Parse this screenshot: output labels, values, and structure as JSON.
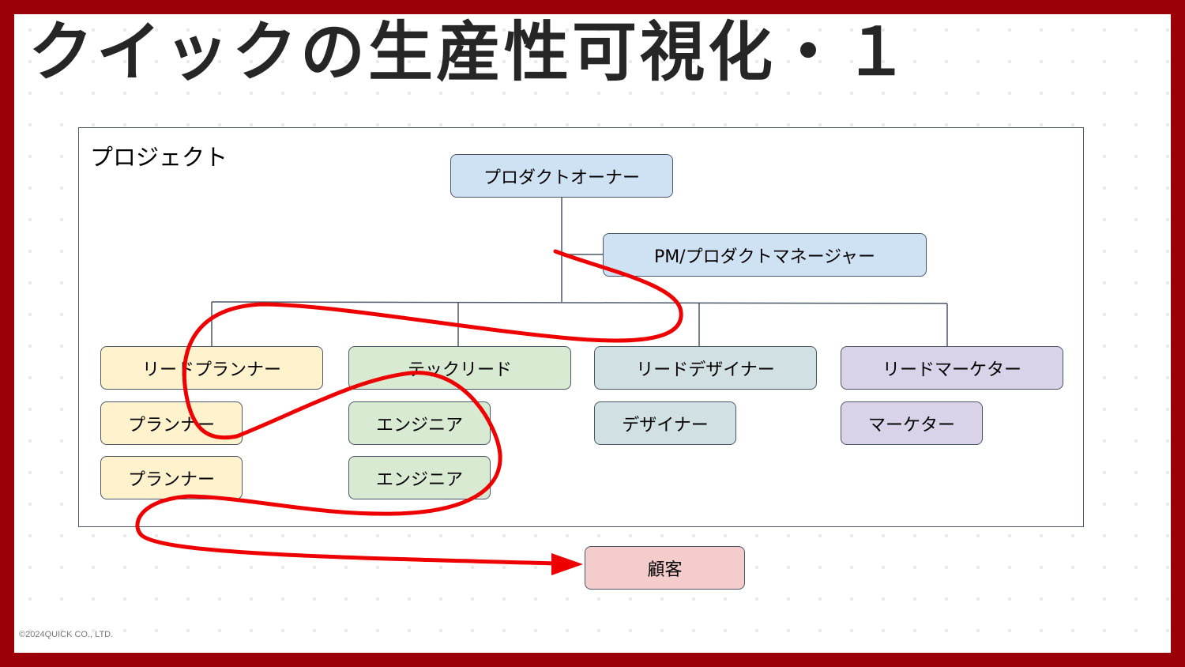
{
  "title": "クイックの生産性可視化・１",
  "project_label": "プロジェクト",
  "nodes": {
    "product_owner": "プロダクトオーナー",
    "pm": "PM/プロダクトマネージャー",
    "lead_planner": "リードプランナー",
    "tech_lead": "テックリード",
    "lead_designer": "リードデザイナー",
    "lead_marketer": "リードマーケター",
    "planner_1": "プランナー",
    "planner_2": "プランナー",
    "engineer_1": "エンジニア",
    "engineer_2": "エンジニア",
    "designer": "デザイナー",
    "marketer": "マーケター",
    "customer": "顧客"
  },
  "colors": {
    "frame_border": "#9b0008",
    "product_owner": "#cfe2f3",
    "planner": "#fff2cc",
    "tech": "#d9ead3",
    "designer": "#d0e0e3",
    "marketer": "#d9d2e9",
    "customer": "#f4cccc",
    "flow_arrow": "#ee0000"
  },
  "copyright": "©2024QUICK CO., LTD."
}
